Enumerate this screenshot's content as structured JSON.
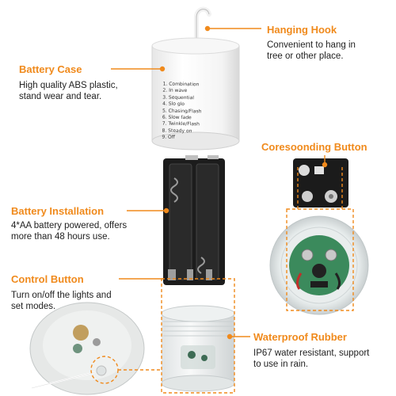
{
  "callouts": {
    "hanging_hook": {
      "title": "Hanging Hook",
      "lines": [
        "Convenient to hang in",
        "tree or other place."
      ]
    },
    "battery_case": {
      "title": "Battery Case",
      "lines": [
        "High quality ABS plastic,",
        "stand wear and tear."
      ]
    },
    "corresponding_button": {
      "title": "Coresoonding Button"
    },
    "battery_installation": {
      "title": "Battery Installation",
      "lines": [
        "4*AA battery powered, offers",
        "more than 48 hours use."
      ]
    },
    "control_button": {
      "title": "Control Button",
      "lines": [
        "Turn on/off the lights and",
        "set modes."
      ]
    },
    "waterproof_rubber": {
      "title": "Waterproof Rubber",
      "lines": [
        "IP67 water resistant, support",
        "to use in rain."
      ]
    }
  },
  "case_modes": [
    "1. Combination",
    "2. In wave",
    "3. Sequential",
    "4. Slo glo",
    "5. Chasing/Flash",
    "6. Slow fade",
    "7. Twinkle/Flash",
    "8. Steady on",
    "9. Off"
  ],
  "colors": {
    "accent": "#f08a1c",
    "text": "#222222"
  }
}
